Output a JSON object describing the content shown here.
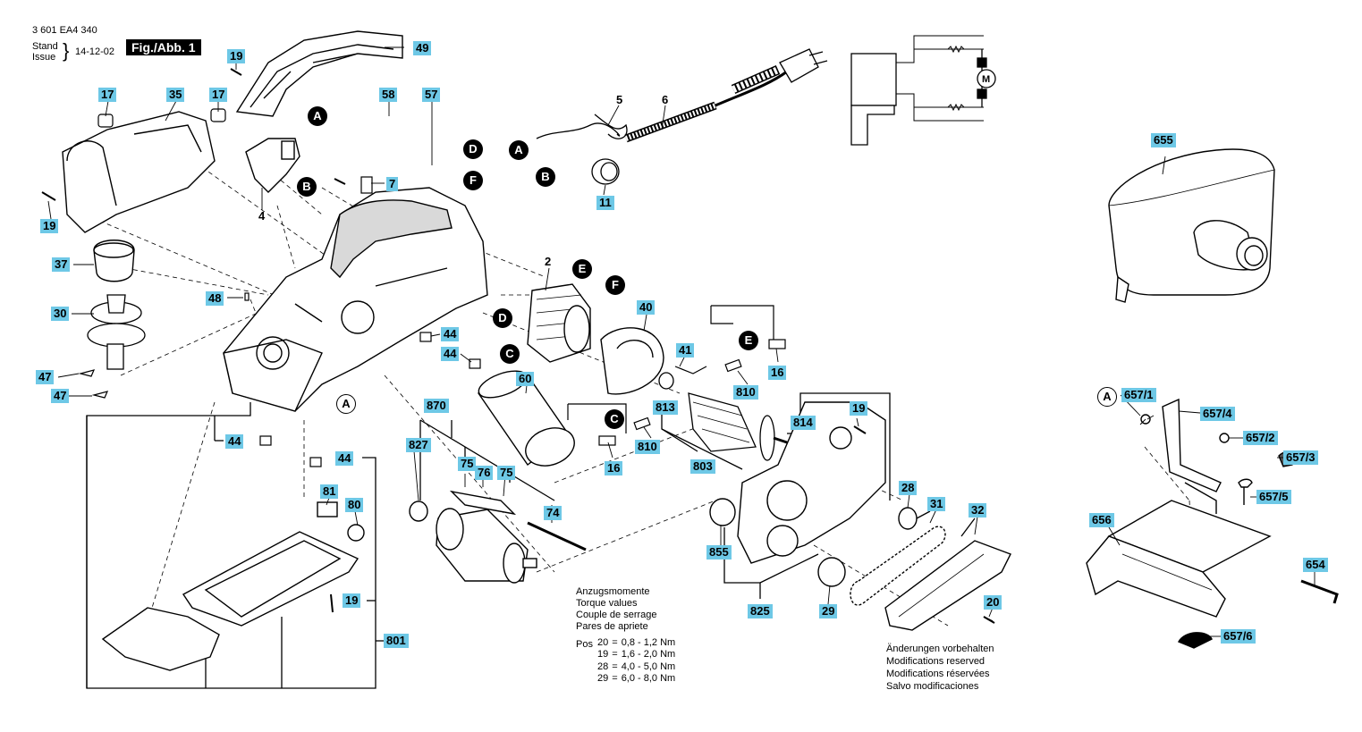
{
  "header": {
    "doc_number": "3 601 EA4 340",
    "stand_label": "Stand",
    "issue_label": "Issue",
    "date": "14-12-02",
    "figure_label": "Fig./Abb. 1"
  },
  "part_labels": [
    "19",
    "49",
    "17",
    "35",
    "17",
    "58",
    "57",
    "4",
    "7",
    "19",
    "37",
    "48",
    "30",
    "47",
    "47",
    "44",
    "44",
    "44",
    "44",
    "2",
    "40",
    "41",
    "16",
    "810",
    "813",
    "810",
    "16",
    "60",
    "870",
    "827",
    "75",
    "76",
    "75",
    "74",
    "81",
    "80",
    "19",
    "801",
    "803",
    "814",
    "19",
    "855",
    "825",
    "28",
    "31",
    "32",
    "29",
    "20",
    "655",
    "657/1",
    "657/4",
    "657/2",
    "657/3",
    "657/5",
    "656",
    "654",
    "657/6",
    "5",
    "6",
    "11"
  ],
  "connector_labels": [
    "A",
    "B",
    "D",
    "F",
    "A",
    "B",
    "E",
    "F",
    "D",
    "C",
    "E",
    "C",
    "A"
  ],
  "torque": {
    "headings": [
      "Anzugsmomente",
      "Torque values",
      "Couple de serrage",
      "Pares de apriete"
    ],
    "pos_label": "Pos",
    "rows": [
      {
        "pos": "20",
        "eq": "=",
        "range": "0,8 - 1,2 Nm"
      },
      {
        "pos": "19",
        "eq": "=",
        "range": "1,6 - 2,0 Nm"
      },
      {
        "pos": "28",
        "eq": "=",
        "range": "4,0 - 5,0 Nm"
      },
      {
        "pos": "29",
        "eq": "=",
        "range": "6,0 - 8,0 Nm"
      }
    ]
  },
  "modifications": [
    "Änderungen vorbehalten",
    "Modifications reserved",
    "Modifications réservées",
    "Salvo modificaciones"
  ],
  "motor_symbol": "M",
  "colors": {
    "label_bg": "#6ec8e6",
    "line": "#000000",
    "part_fill": "#ffffff",
    "shade": "#d9d9d9"
  }
}
